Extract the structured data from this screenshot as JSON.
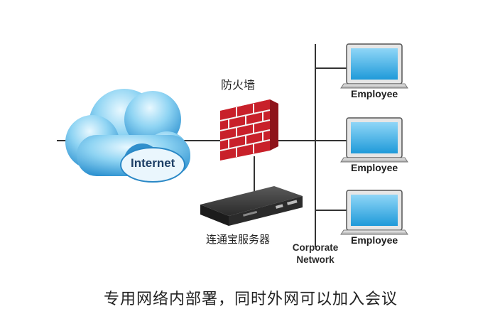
{
  "diagram": {
    "internet_label": "Internet",
    "firewall_label": "防火墙",
    "server_label": "连通宝服务器",
    "corporate_network_label": [
      "Corporate",
      "Network"
    ],
    "employees": [
      {
        "label": "Employee"
      },
      {
        "label": "Employee"
      },
      {
        "label": "Employee"
      }
    ],
    "caption": "专用网络内部署，同时外网可以加入会议"
  },
  "colors": {
    "line": "#333333",
    "cloud_light": "#cfeefc",
    "cloud_mid": "#6cc3ec",
    "cloud_dark": "#2a95d3",
    "firewall_red": "#c8202a",
    "screen_blue": "#3fb0ea",
    "laptop_body": "#d8d8d8"
  },
  "icons": [
    "cloud-icon",
    "firewall-icon",
    "server-icon",
    "laptop-icon"
  ]
}
